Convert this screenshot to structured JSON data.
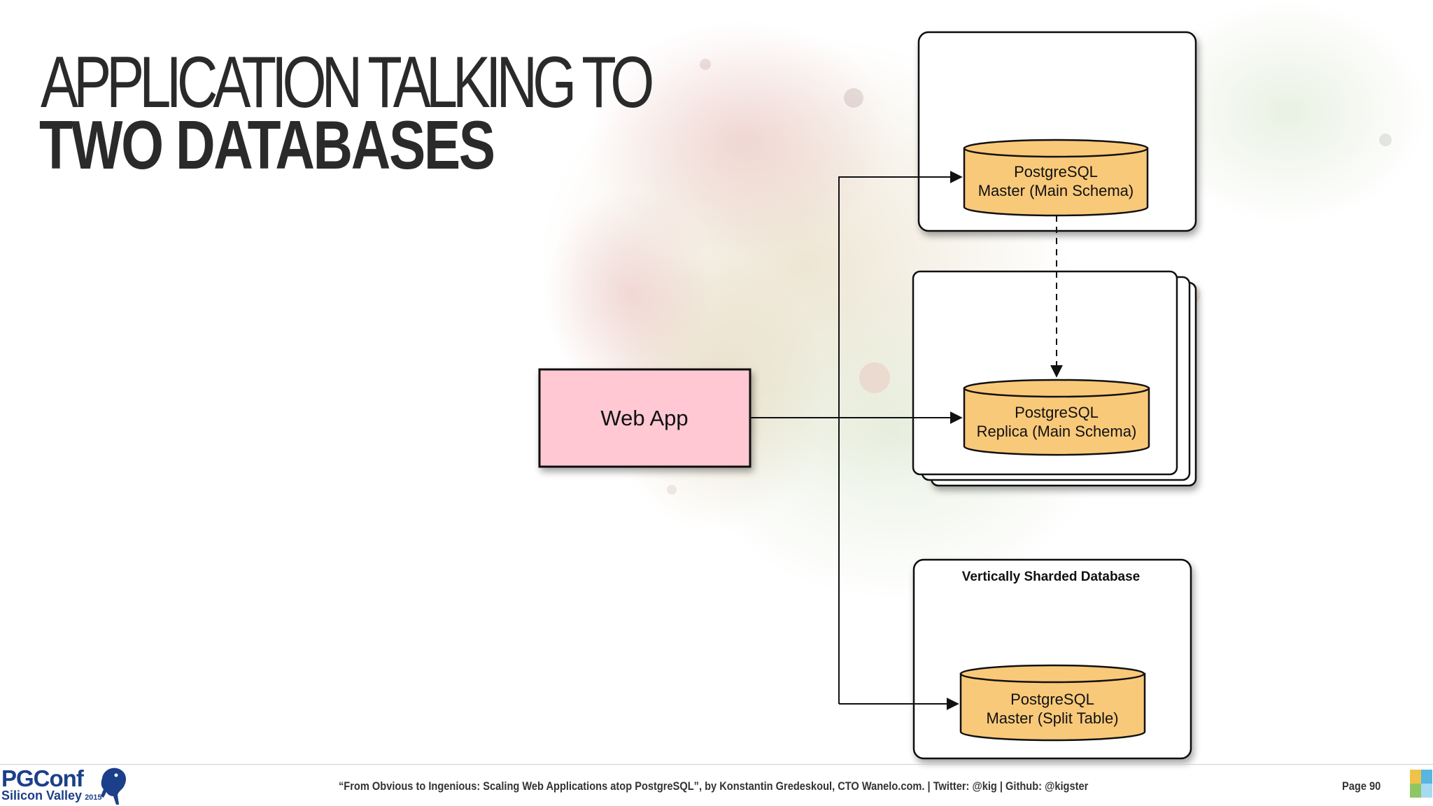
{
  "slide": {
    "title_line1": "APPLICATION TALKING TO",
    "title_line2": "TWO DATABASES"
  },
  "diagram": {
    "web_app_label": "Web App",
    "master_main": {
      "line1": "PostgreSQL",
      "line2": "Master (Main Schema)"
    },
    "replica_main": {
      "line1": "PostgreSQL",
      "line2": "Replica (Main Schema)"
    },
    "sharded_group_label": "Vertically Sharded Database",
    "master_split": {
      "line1": "PostgreSQL",
      "line2": "Master (Split Table)"
    },
    "colors": {
      "web_app_fill": "#ffc8d3",
      "db_fill": "#f9c97a",
      "box_stroke": "#111111"
    }
  },
  "footer": {
    "citation": "“From Obvious to Ingenious: Scaling Web Applications atop PostgreSQL”, by Konstantin Gredeskoul, CTO Wanelo.com. | Twitter: @kig | Github: @kigster",
    "page": "Page 90"
  },
  "logo": {
    "main": "PGConf",
    "sub": "Silicon Valley",
    "year": "2015",
    "icon": "elephant-icon"
  }
}
